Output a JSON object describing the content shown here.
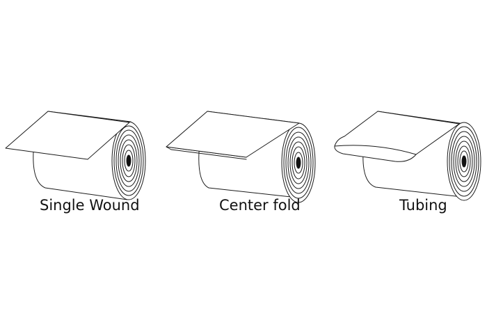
{
  "rolls": [
    {
      "key": "single",
      "label": "Single Wound"
    },
    {
      "key": "center",
      "label": "Center fold"
    },
    {
      "key": "tubing",
      "label": "Tubing"
    }
  ],
  "colors": {
    "stroke": "#1a1a1a",
    "background": "#ffffff",
    "core": "#111111"
  },
  "icons": [
    "film-roll-icon"
  ]
}
